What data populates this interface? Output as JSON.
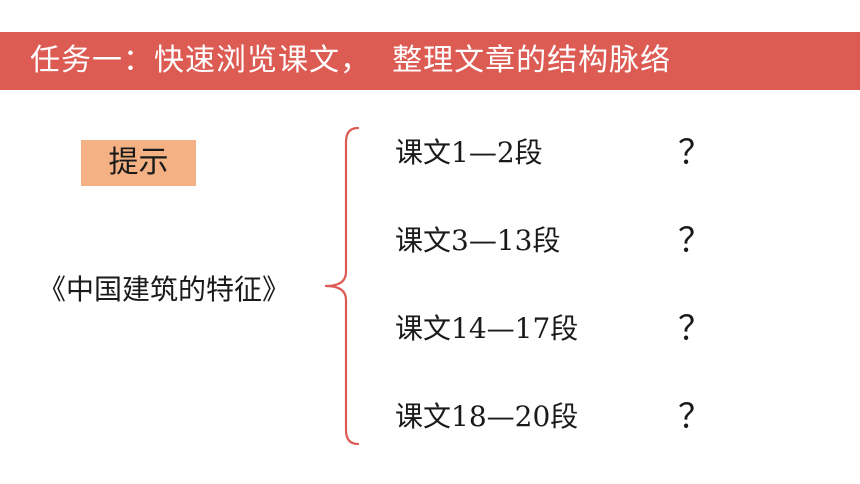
{
  "header": {
    "title": "任务一：快速浏览课文，  整理文章的结构脉络"
  },
  "hint": {
    "label": "提示"
  },
  "book": {
    "title": "《中国建筑的特征》"
  },
  "sections": [
    {
      "label": "课文1—2段",
      "mark": "？"
    },
    {
      "label": "课文3—13段",
      "mark": "？"
    },
    {
      "label": "课文14—17段",
      "mark": "？"
    },
    {
      "label": "课文18—20段",
      "mark": "？"
    }
  ],
  "colors": {
    "title_bar": "#dc5b53",
    "hint_box": "#f4b183",
    "brace": "#dc5b53"
  },
  "icons": {
    "brace": "curly-brace-icon"
  }
}
